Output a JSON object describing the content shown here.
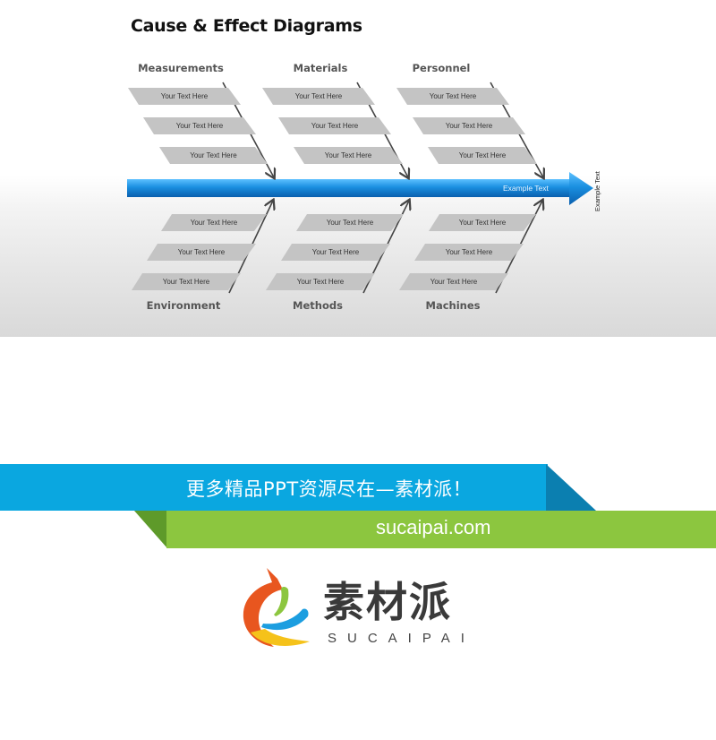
{
  "diagram": {
    "title": "Cause & Effect Diagrams",
    "effect_label": "Example Text",
    "side_label": "Example Text",
    "placeholder": "Your Text Here",
    "colors": {
      "arrow": "#1a8fe0",
      "box": "#c4c4c4",
      "category_text": "#555555"
    },
    "top_categories": [
      {
        "name": "Measurements",
        "items": [
          "Your Text Here",
          "Your Text Here",
          "Your Text Here"
        ]
      },
      {
        "name": "Materials",
        "items": [
          "Your Text Here",
          "Your Text Here",
          "Your Text Here"
        ]
      },
      {
        "name": "Personnel",
        "items": [
          "Your Text Here",
          "Your Text Here",
          "Your Text Here"
        ]
      }
    ],
    "bottom_categories": [
      {
        "name": "Environment",
        "items": [
          "Your Text Here",
          "Your Text Here",
          "Your Text Here"
        ]
      },
      {
        "name": "Methods",
        "items": [
          "Your Text Here",
          "Your Text Here",
          "Your Text Here"
        ]
      },
      {
        "name": "Machines",
        "items": [
          "Your Text Here",
          "Your Text Here",
          "Your Text Here"
        ]
      }
    ]
  },
  "banner": {
    "slogan": "更多精品PPT资源尽在—素材派！",
    "url": "sucaipai.com",
    "colors": {
      "blue": "#0aa7e0",
      "green": "#8cc63f"
    }
  },
  "logo": {
    "name_cn": "素材派",
    "name_en": "SUCAIPAI"
  }
}
